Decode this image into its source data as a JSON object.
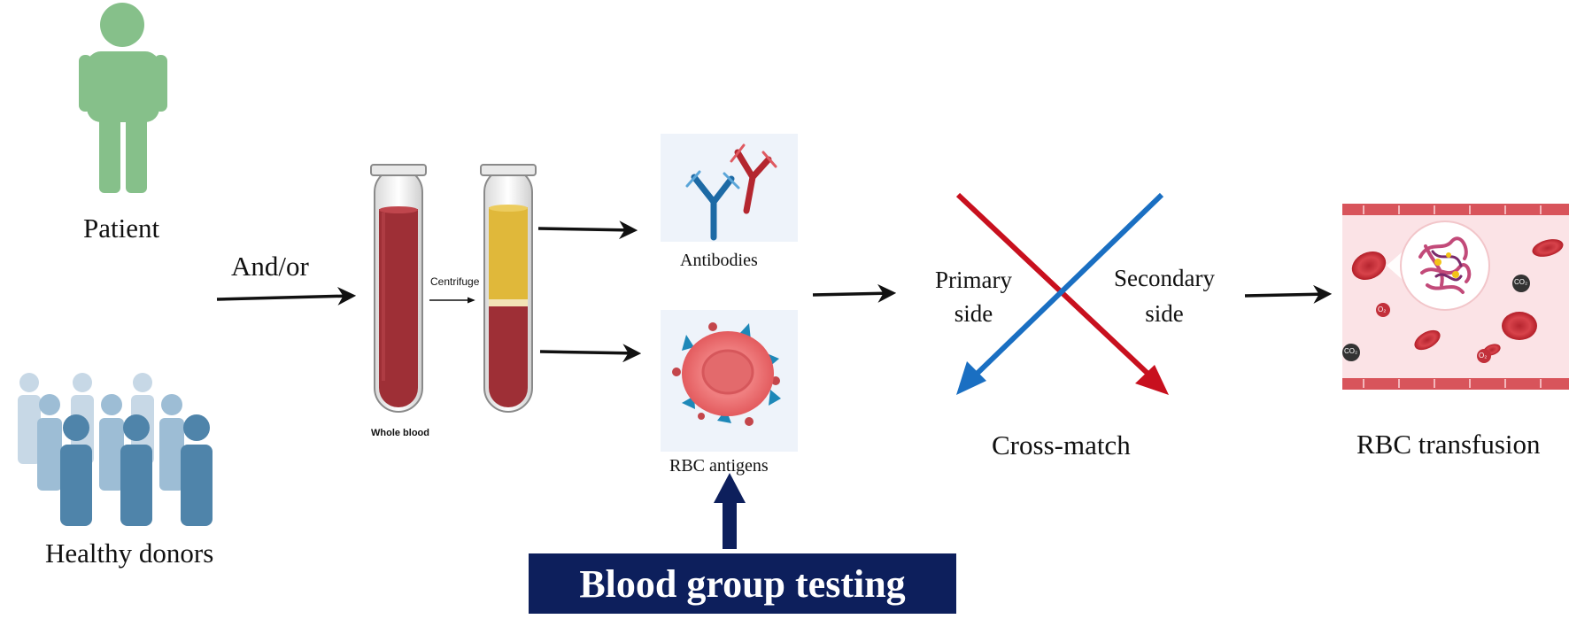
{
  "labels": {
    "patient": "Patient",
    "and_or": "And/or",
    "healthy_donors": "Healthy donors",
    "centrifuge": "Centrifuge",
    "whole_blood": "Whole blood",
    "antibodies": "Antibodies",
    "rbc_antigens": "RBC antigens",
    "primary_side_line1": "Primary",
    "primary_side_line2": "side",
    "secondary_side_line1": "Secondary",
    "secondary_side_line2": "side",
    "cross_match": "Cross-match",
    "rbc_transfusion": "RBC transfusion",
    "blood_group_testing": "Blood group testing",
    "co2": "CO₂",
    "o2": "O₂"
  },
  "colors": {
    "patient_figure": "#86c08a",
    "donor_light": "#b9cfe0",
    "donor_mid": "#8fb1cc",
    "donor_dark": "#4a7fa5",
    "blood_red": "#9e2f36",
    "plasma_yellow": "#e0b83a",
    "cross_red": "#c8101e",
    "cross_blue": "#1a6fc2",
    "box_navy": "#0d1f5c",
    "arrow_black": "#111111",
    "panel_bg": "#eef3fa",
    "rbc_pink": "#ec6f70",
    "vessel_bg": "#fbe3e6"
  }
}
